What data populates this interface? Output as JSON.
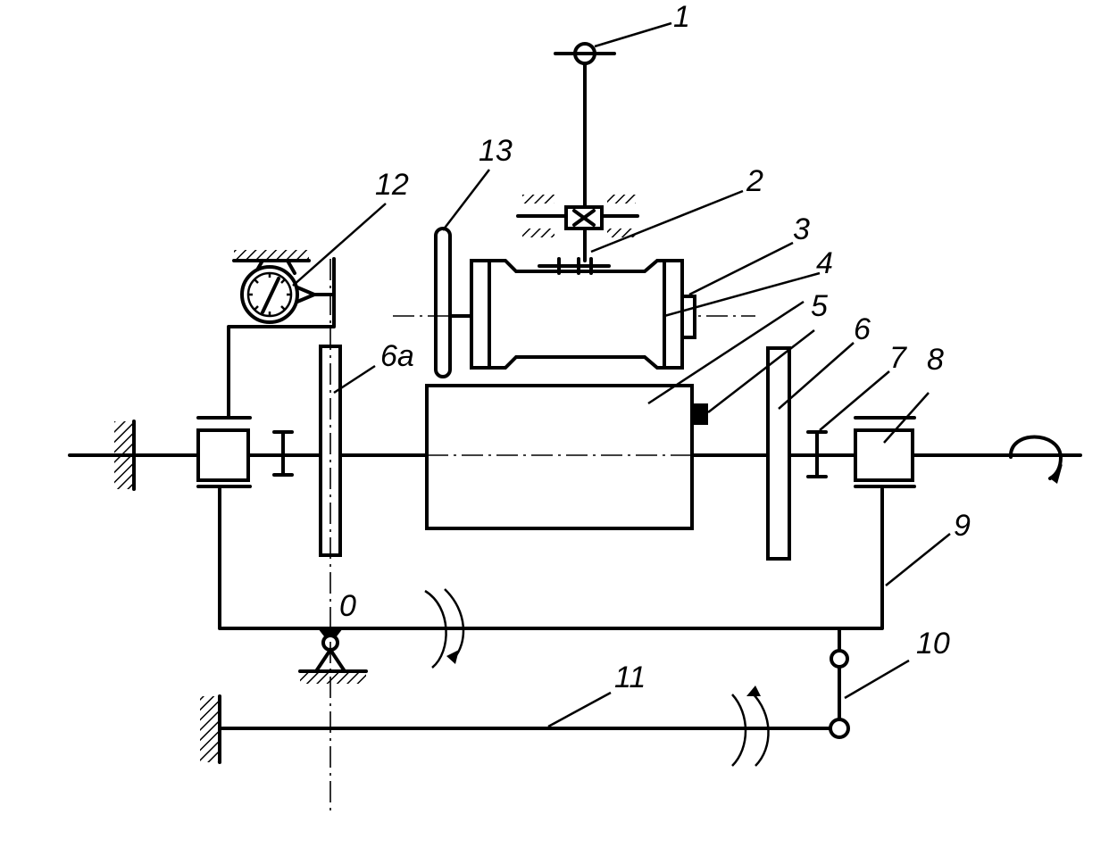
{
  "labels": {
    "l1": "1",
    "l2": "2",
    "l3": "3",
    "l4": "4",
    "l5": "5",
    "l6": "6",
    "l6a": "6a",
    "l7": "7",
    "l8": "8",
    "l9": "9",
    "l10": "10",
    "l11": "11",
    "l12": "12",
    "l13": "13",
    "l0": "0"
  },
  "colors": {
    "line": "#000000",
    "background": "#ffffff"
  }
}
